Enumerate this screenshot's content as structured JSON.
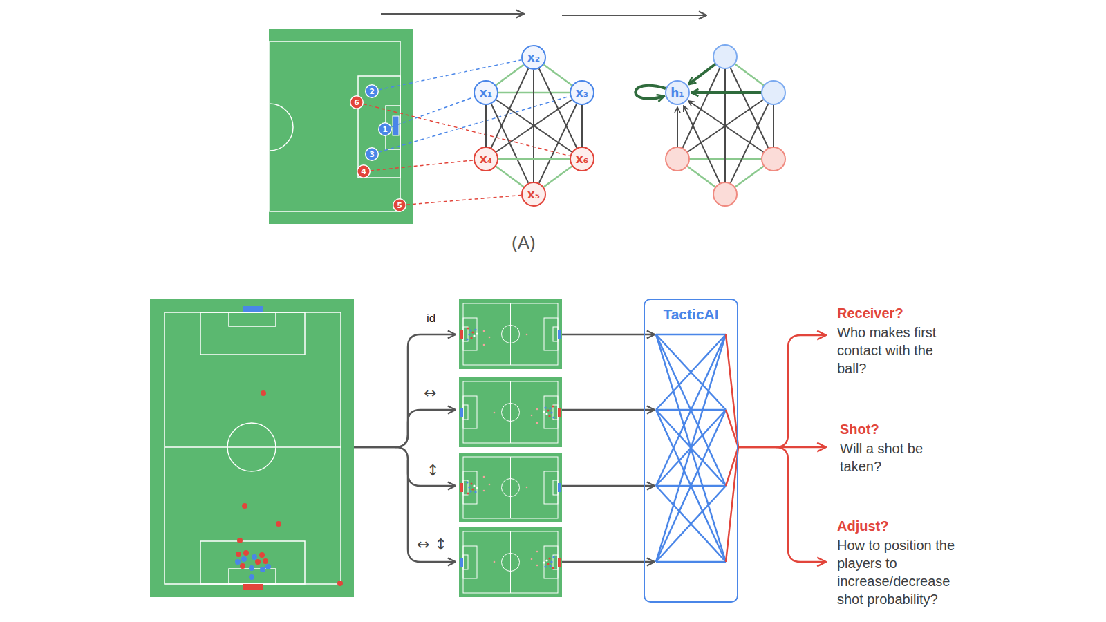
{
  "diagram": {
    "nodes": [
      {
        "text": [
          "2"
        ]
      },
      {
        "text": [
          "6"
        ]
      },
      {
        "text": [
          "1"
        ]
      },
      {
        "text": [
          "3"
        ]
      },
      {
        "text": [
          "4"
        ]
      },
      {
        "text": [
          "5"
        ]
      },
      {
        "text": [
          "x₂"
        ]
      },
      {
        "text": [
          "x₁"
        ]
      },
      {
        "text": [
          "x₃"
        ]
      },
      {
        "text": [
          "x₄"
        ]
      },
      {
        "text": [
          "x₆"
        ]
      },
      {
        "text": [
          "x₅"
        ]
      },
      {
        "text": [
          "h₁"
        ]
      },
      {
        "text": [
          "TacticAI"
        ]
      }
    ],
    "edges": [
      {
        "from": 0,
        "to": 6,
        "arrow": "none"
      },
      {
        "from": 1,
        "to": 10,
        "arrow": "none"
      },
      {
        "from": 2,
        "to": 7,
        "arrow": "none"
      },
      {
        "from": 3,
        "to": 8,
        "arrow": "none"
      },
      {
        "from": 4,
        "to": 9,
        "arrow": "none"
      },
      {
        "from": 5,
        "to": 11,
        "arrow": "none"
      },
      {
        "from": 7,
        "to": 6,
        "arrow": "none"
      },
      {
        "from": 6,
        "to": 8,
        "arrow": "none"
      },
      {
        "from": 7,
        "to": 8,
        "arrow": "none"
      },
      {
        "from": 7,
        "to": 9,
        "arrow": "none"
      },
      {
        "from": 7,
        "to": 10,
        "arrow": "none"
      },
      {
        "from": 7,
        "to": 11,
        "arrow": "none"
      },
      {
        "from": 6,
        "to": 9,
        "arrow": "none"
      },
      {
        "from": 6,
        "to": 10,
        "arrow": "none"
      },
      {
        "from": 6,
        "to": 11,
        "arrow": "none"
      },
      {
        "from": 8,
        "to": 9,
        "arrow": "none"
      },
      {
        "from": 8,
        "to": 10,
        "arrow": "none"
      },
      {
        "from": 8,
        "to": 11,
        "arrow": "none"
      },
      {
        "from": 9,
        "to": 11,
        "arrow": "none"
      },
      {
        "from": 11,
        "to": 10,
        "arrow": "none"
      },
      {
        "from": 9,
        "to": 10,
        "arrow": "none"
      }
    ],
    "labels": [
      "(A)",
      "id",
      "↔",
      "↕",
      "↔ ↕",
      "Receiver?",
      "Who makes first contact with the ball?",
      "Shot?",
      "Will a shot be taken?",
      "Adjust?",
      "How to position the players to increase/decrease shot probability?"
    ]
  }
}
